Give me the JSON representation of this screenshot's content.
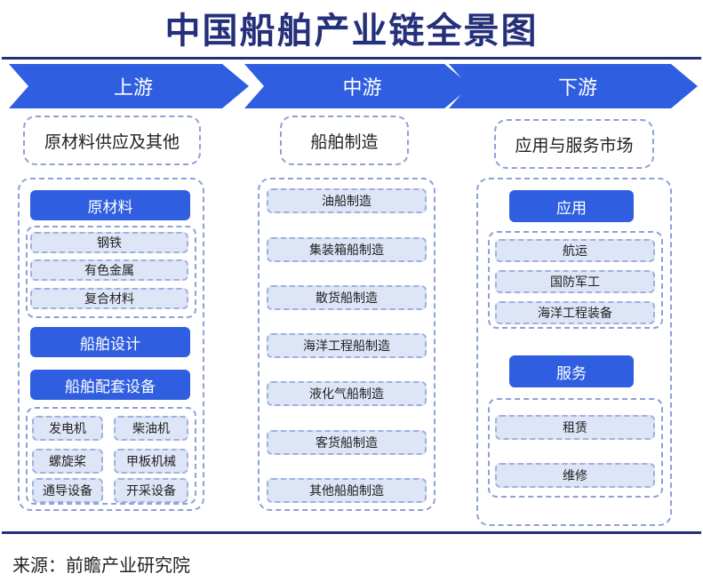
{
  "title": "中国船舶产业链全景图",
  "colors": {
    "title": "#25307a",
    "arrow": "#2f5fe0",
    "box_fill": "#dde5f6",
    "dash": "#8fa0d8"
  },
  "stages": {
    "upstream": {
      "label": "上游",
      "header": "原材料供应及其他",
      "materials_title": "原材料",
      "materials": [
        "钢铁",
        "有色金属",
        "复合材料"
      ],
      "design": "船舶设计",
      "equipment_title": "船舶配套设备",
      "equipment": [
        "发电机",
        "柴油机",
        "螺旋桨",
        "甲板机械",
        "通导设备",
        "开采设备"
      ]
    },
    "midstream": {
      "label": "中游",
      "header": "船舶制造",
      "items": [
        "油船制造",
        "集装箱船制造",
        "散货船制造",
        "海洋工程船制造",
        "液化气船制造",
        "客货船制造",
        "其他船舶制造"
      ]
    },
    "downstream": {
      "label": "下游",
      "header": "应用与服务市场",
      "application_title": "应用",
      "applications": [
        "航运",
        "国防军工",
        "海洋工程装备"
      ],
      "service_title": "服务",
      "services": [
        "租赁",
        "维修"
      ]
    }
  },
  "source": "来源：前瞻产业研究院"
}
